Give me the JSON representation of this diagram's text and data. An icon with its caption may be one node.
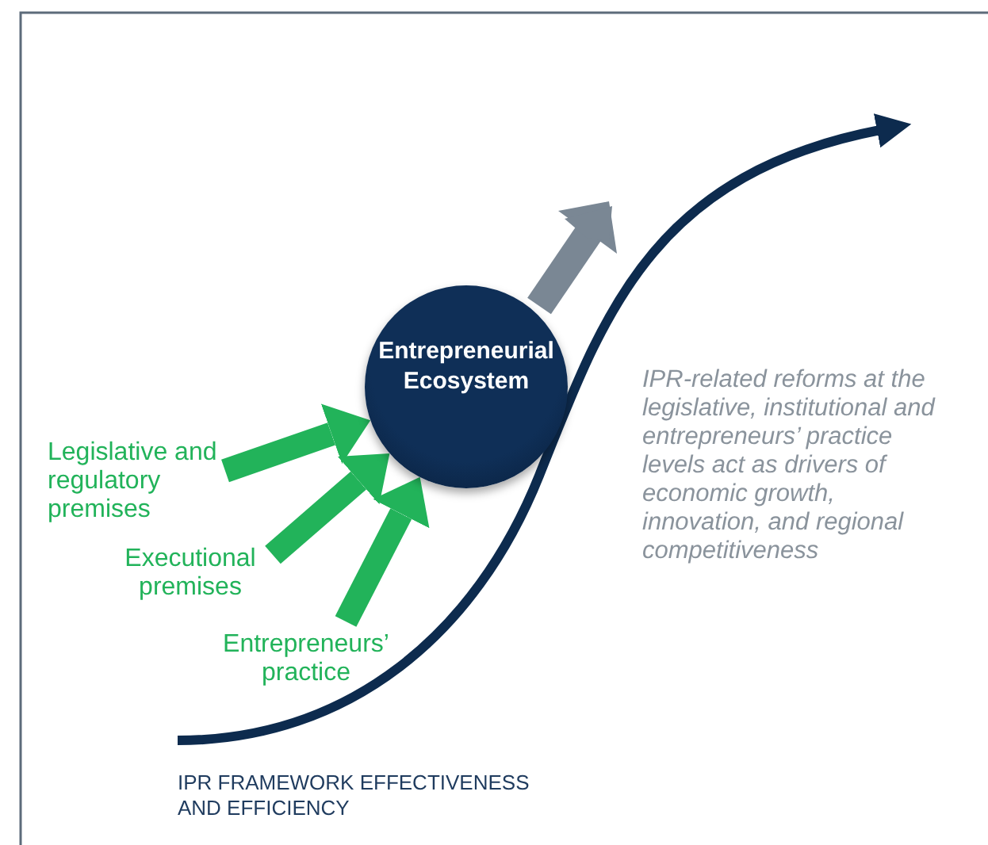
{
  "diagram": {
    "nodes": [
      {
        "text": [
          "Entrepreneurial Ecosystem"
        ]
      },
      {
        "text": [
          "Legislative and regulatory premises"
        ]
      },
      {
        "text": [
          "Executional premises"
        ]
      },
      {
        "text": [
          "Entrepreneurs’ practice"
        ]
      }
    ],
    "edges": [
      {
        "from": 1,
        "to": 0,
        "arrow": "to"
      },
      {
        "from": 2,
        "to": 0,
        "arrow": "to"
      },
      {
        "from": 3,
        "to": 0,
        "arrow": "to"
      }
    ],
    "labels": [
      "IPR-related reforms at the legislative, institutional and entrepreneurs’ practice levels act as drivers of economic growth, innovation, and regional competitiveness",
      "IPR FRAMEWORK EFFECTIVENESS AND EFFICIENCY"
    ]
  }
}
